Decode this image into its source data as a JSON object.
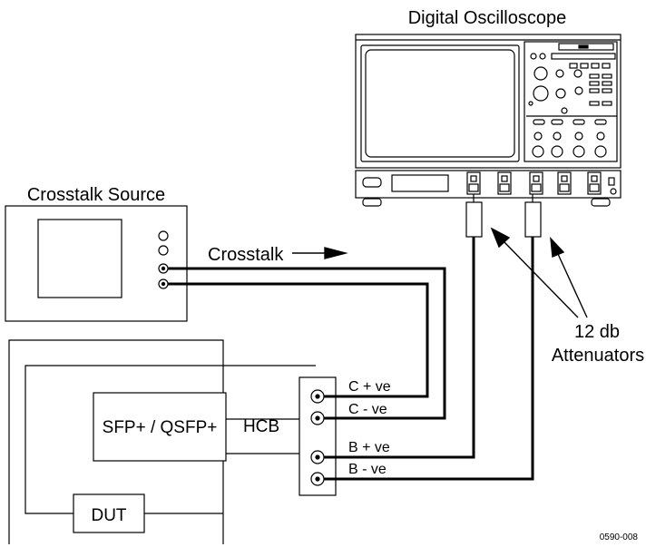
{
  "labels": {
    "oscilloscope": "Digital Oscilloscope",
    "crosstalk_source": "Crosstalk Source",
    "crosstalk_arrow": "Crosstalk",
    "attenuators_value": "12 db",
    "attenuators_word": "Attenuators",
    "module": "SFP+ / QSFP+",
    "hcb": "HCB",
    "dut": "DUT",
    "c_plus": "C + ve",
    "c_minus": "C - ve",
    "b_plus": "B + ve",
    "b_minus": "B - ve",
    "figure_code": "0590-008"
  }
}
